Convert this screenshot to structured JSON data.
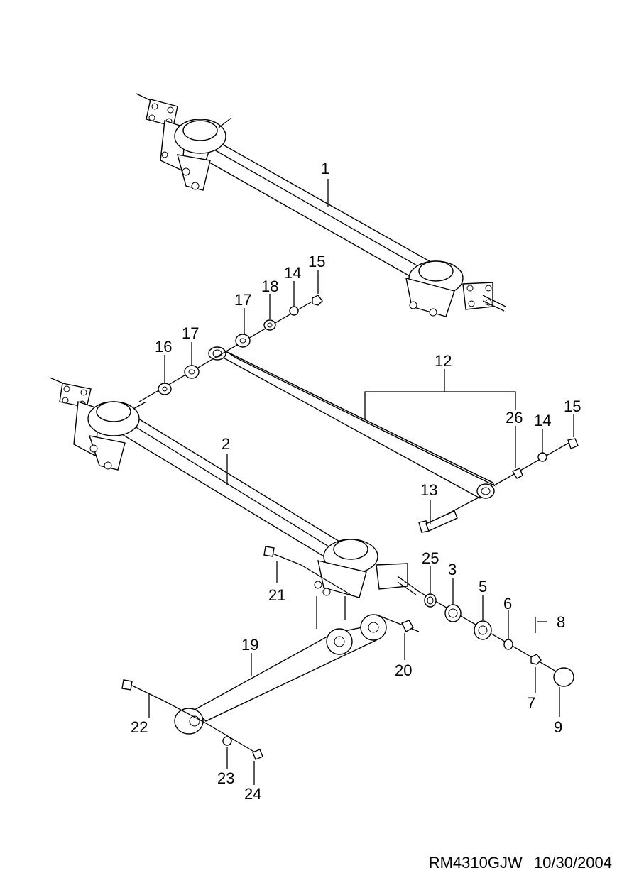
{
  "callouts": [
    {
      "id": "1",
      "text": "1"
    },
    {
      "id": "2",
      "text": "2"
    },
    {
      "id": "3",
      "text": "3"
    },
    {
      "id": "5",
      "text": "5"
    },
    {
      "id": "6",
      "text": "6"
    },
    {
      "id": "7",
      "text": "7"
    },
    {
      "id": "8",
      "text": "8"
    },
    {
      "id": "9",
      "text": "9"
    },
    {
      "id": "12",
      "text": "12"
    },
    {
      "id": "13",
      "text": "13"
    },
    {
      "id": "14a",
      "text": "14"
    },
    {
      "id": "14b",
      "text": "14"
    },
    {
      "id": "15a",
      "text": "15"
    },
    {
      "id": "15b",
      "text": "15"
    },
    {
      "id": "16",
      "text": "16"
    },
    {
      "id": "17a",
      "text": "17"
    },
    {
      "id": "17b",
      "text": "17"
    },
    {
      "id": "18",
      "text": "18"
    },
    {
      "id": "19",
      "text": "19"
    },
    {
      "id": "20",
      "text": "20"
    },
    {
      "id": "21",
      "text": "21"
    },
    {
      "id": "22",
      "text": "22"
    },
    {
      "id": "23",
      "text": "23"
    },
    {
      "id": "24",
      "text": "24"
    },
    {
      "id": "25",
      "text": "25"
    },
    {
      "id": "26",
      "text": "26"
    }
  ],
  "footer": {
    "code": "RM4310GJW",
    "date": "10/30/2004"
  }
}
